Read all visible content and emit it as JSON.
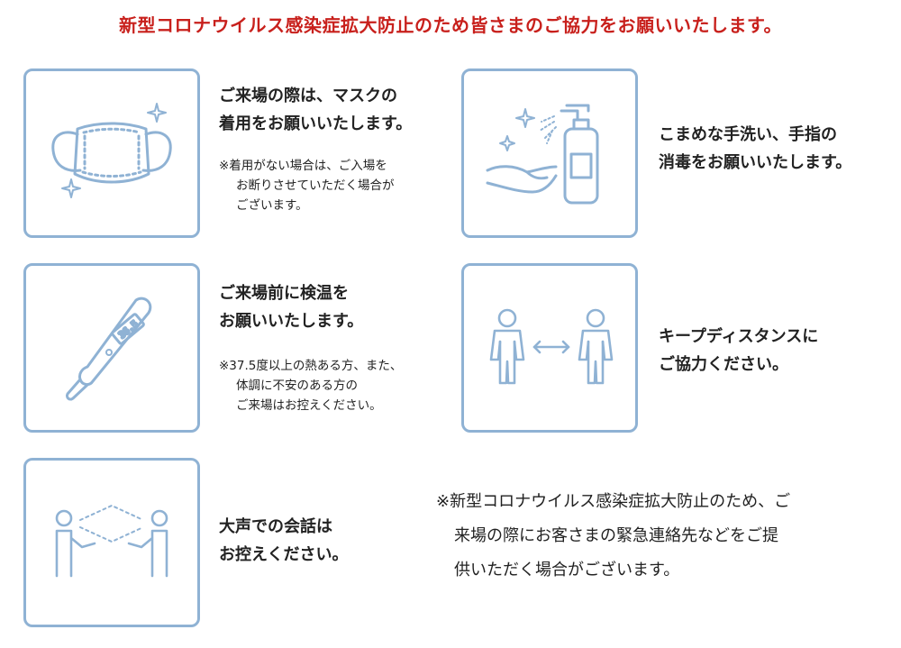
{
  "title": "新型コロナウイルス感染症拡大防止のため皆さまのご協力をお願いいたします。",
  "colors": {
    "title": "#c8201c",
    "accent": "#8fb2d4",
    "text": "#222222"
  },
  "items": [
    {
      "icon": "mask-icon",
      "heading": [
        "ご来場の際は、マスクの",
        "着用をお願いいたします。"
      ],
      "note": [
        "※着用がない場合は、ご入場を",
        "お断りさせていただく場合が",
        "ございます。"
      ]
    },
    {
      "icon": "hand-sanitizer-icon",
      "heading": [
        "こまめな手洗い、手指の",
        "消毒をお願いいたします。"
      ],
      "note": []
    },
    {
      "icon": "thermometer-icon",
      "thermometer_reading": "36.5",
      "heading": [
        "ご来場前に検温を",
        "お願いいたします。"
      ],
      "note": [
        "※37.5度以上の熱ある方、また、",
        "体調に不安のある方の",
        "ご来場はお控えください。"
      ]
    },
    {
      "icon": "social-distance-icon",
      "heading": [
        "キープディスタンスに",
        "ご協力ください。"
      ],
      "note": []
    },
    {
      "icon": "no-loud-talking-icon",
      "heading": [
        "大声での会話は",
        "お控えください。"
      ],
      "note": []
    }
  ],
  "bottom_note": [
    "※新型コロナウイルス感染症拡大防止のため、ご",
    "来場の際にお客さまの緊急連絡先などをご提",
    "供いただく場合がございます。"
  ]
}
